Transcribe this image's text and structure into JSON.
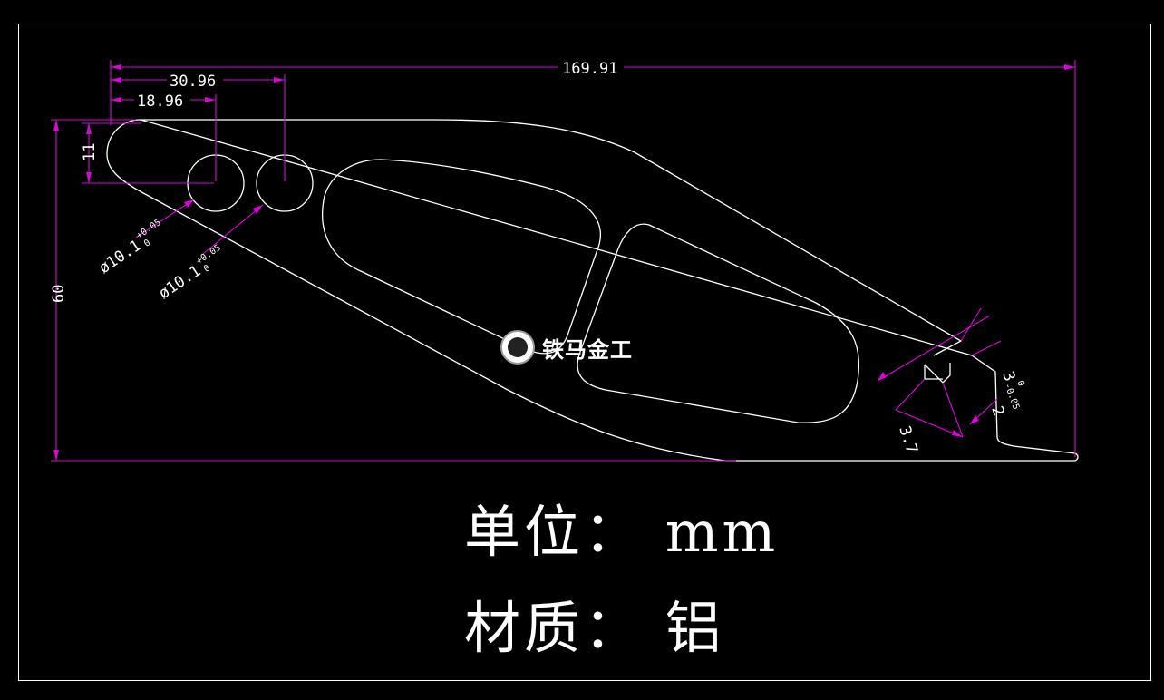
{
  "drawing": {
    "dimensions": {
      "overall_length": "169.91",
      "hole2_offset": "30.96",
      "hole1_offset": "18.96",
      "nose_height": "11",
      "overall_height": "60",
      "hole1_dia": "ø10.1",
      "hole2_dia": "ø10.1",
      "tol_upper": "+0.05",
      "tol_lower": "0",
      "slot_width": "3",
      "slot_tol_upper": "0",
      "slot_tol_lower": "-0.05",
      "slot_depth": "3.7",
      "step": "2"
    },
    "notes": {
      "unit": "单位： mm",
      "material": "材质： 铝"
    },
    "logo": {
      "text": "铁马金工"
    }
  },
  "colors": {
    "background": "#000000",
    "outline": "#ffffff",
    "dimension": "#e100e1"
  }
}
